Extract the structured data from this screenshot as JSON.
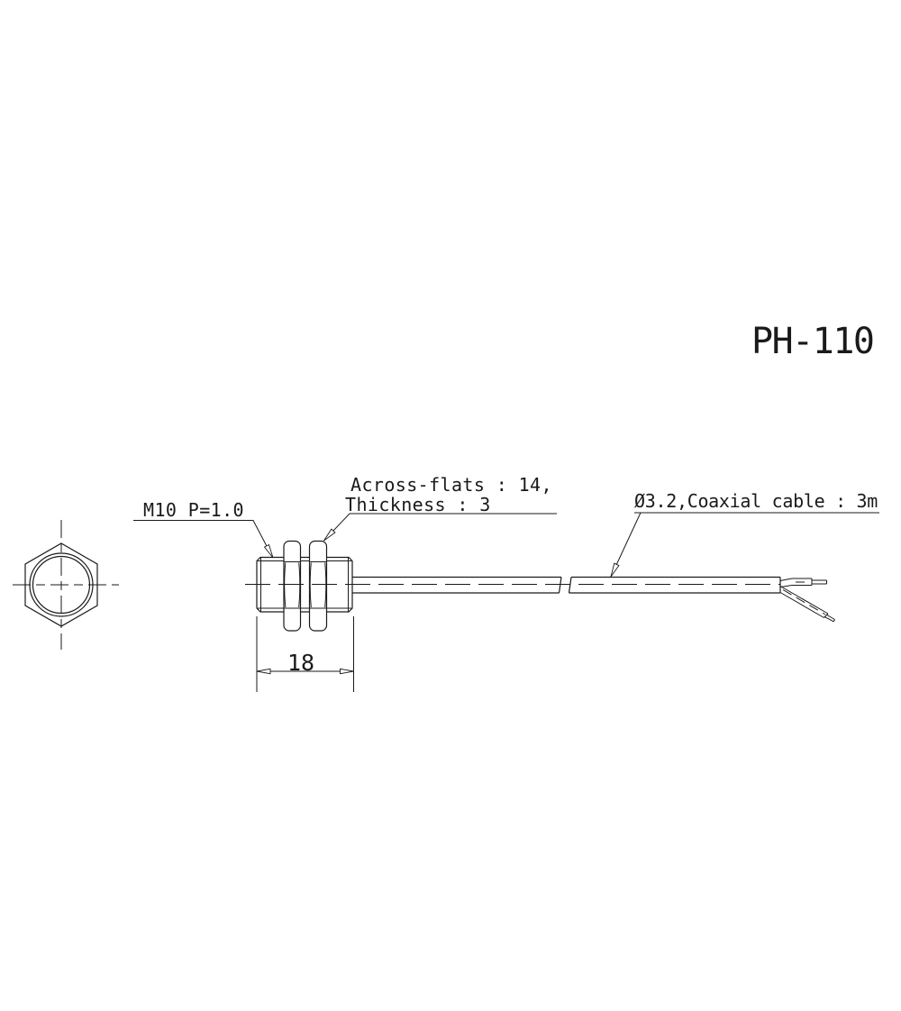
{
  "drawing": {
    "model_number": "PH-110",
    "callouts": {
      "thread_spec": "M10 P=1.0",
      "nut_spec_line1": "Across-flats : 14,",
      "nut_spec_line2": "Thickness : 3",
      "cable_spec": "Ø3.2,Coaxial cable : 3m"
    },
    "dimensions": {
      "body_length_mm": "18"
    },
    "views": {
      "front_view": "hex mounting nut end view with thread bore",
      "side_view": "threaded cylindrical sensor body with two hex nuts and coaxial cable with break symbol and two stripped lead wires"
    },
    "colors": {
      "line": "#1a1a1a",
      "background": "#ffffff"
    }
  }
}
